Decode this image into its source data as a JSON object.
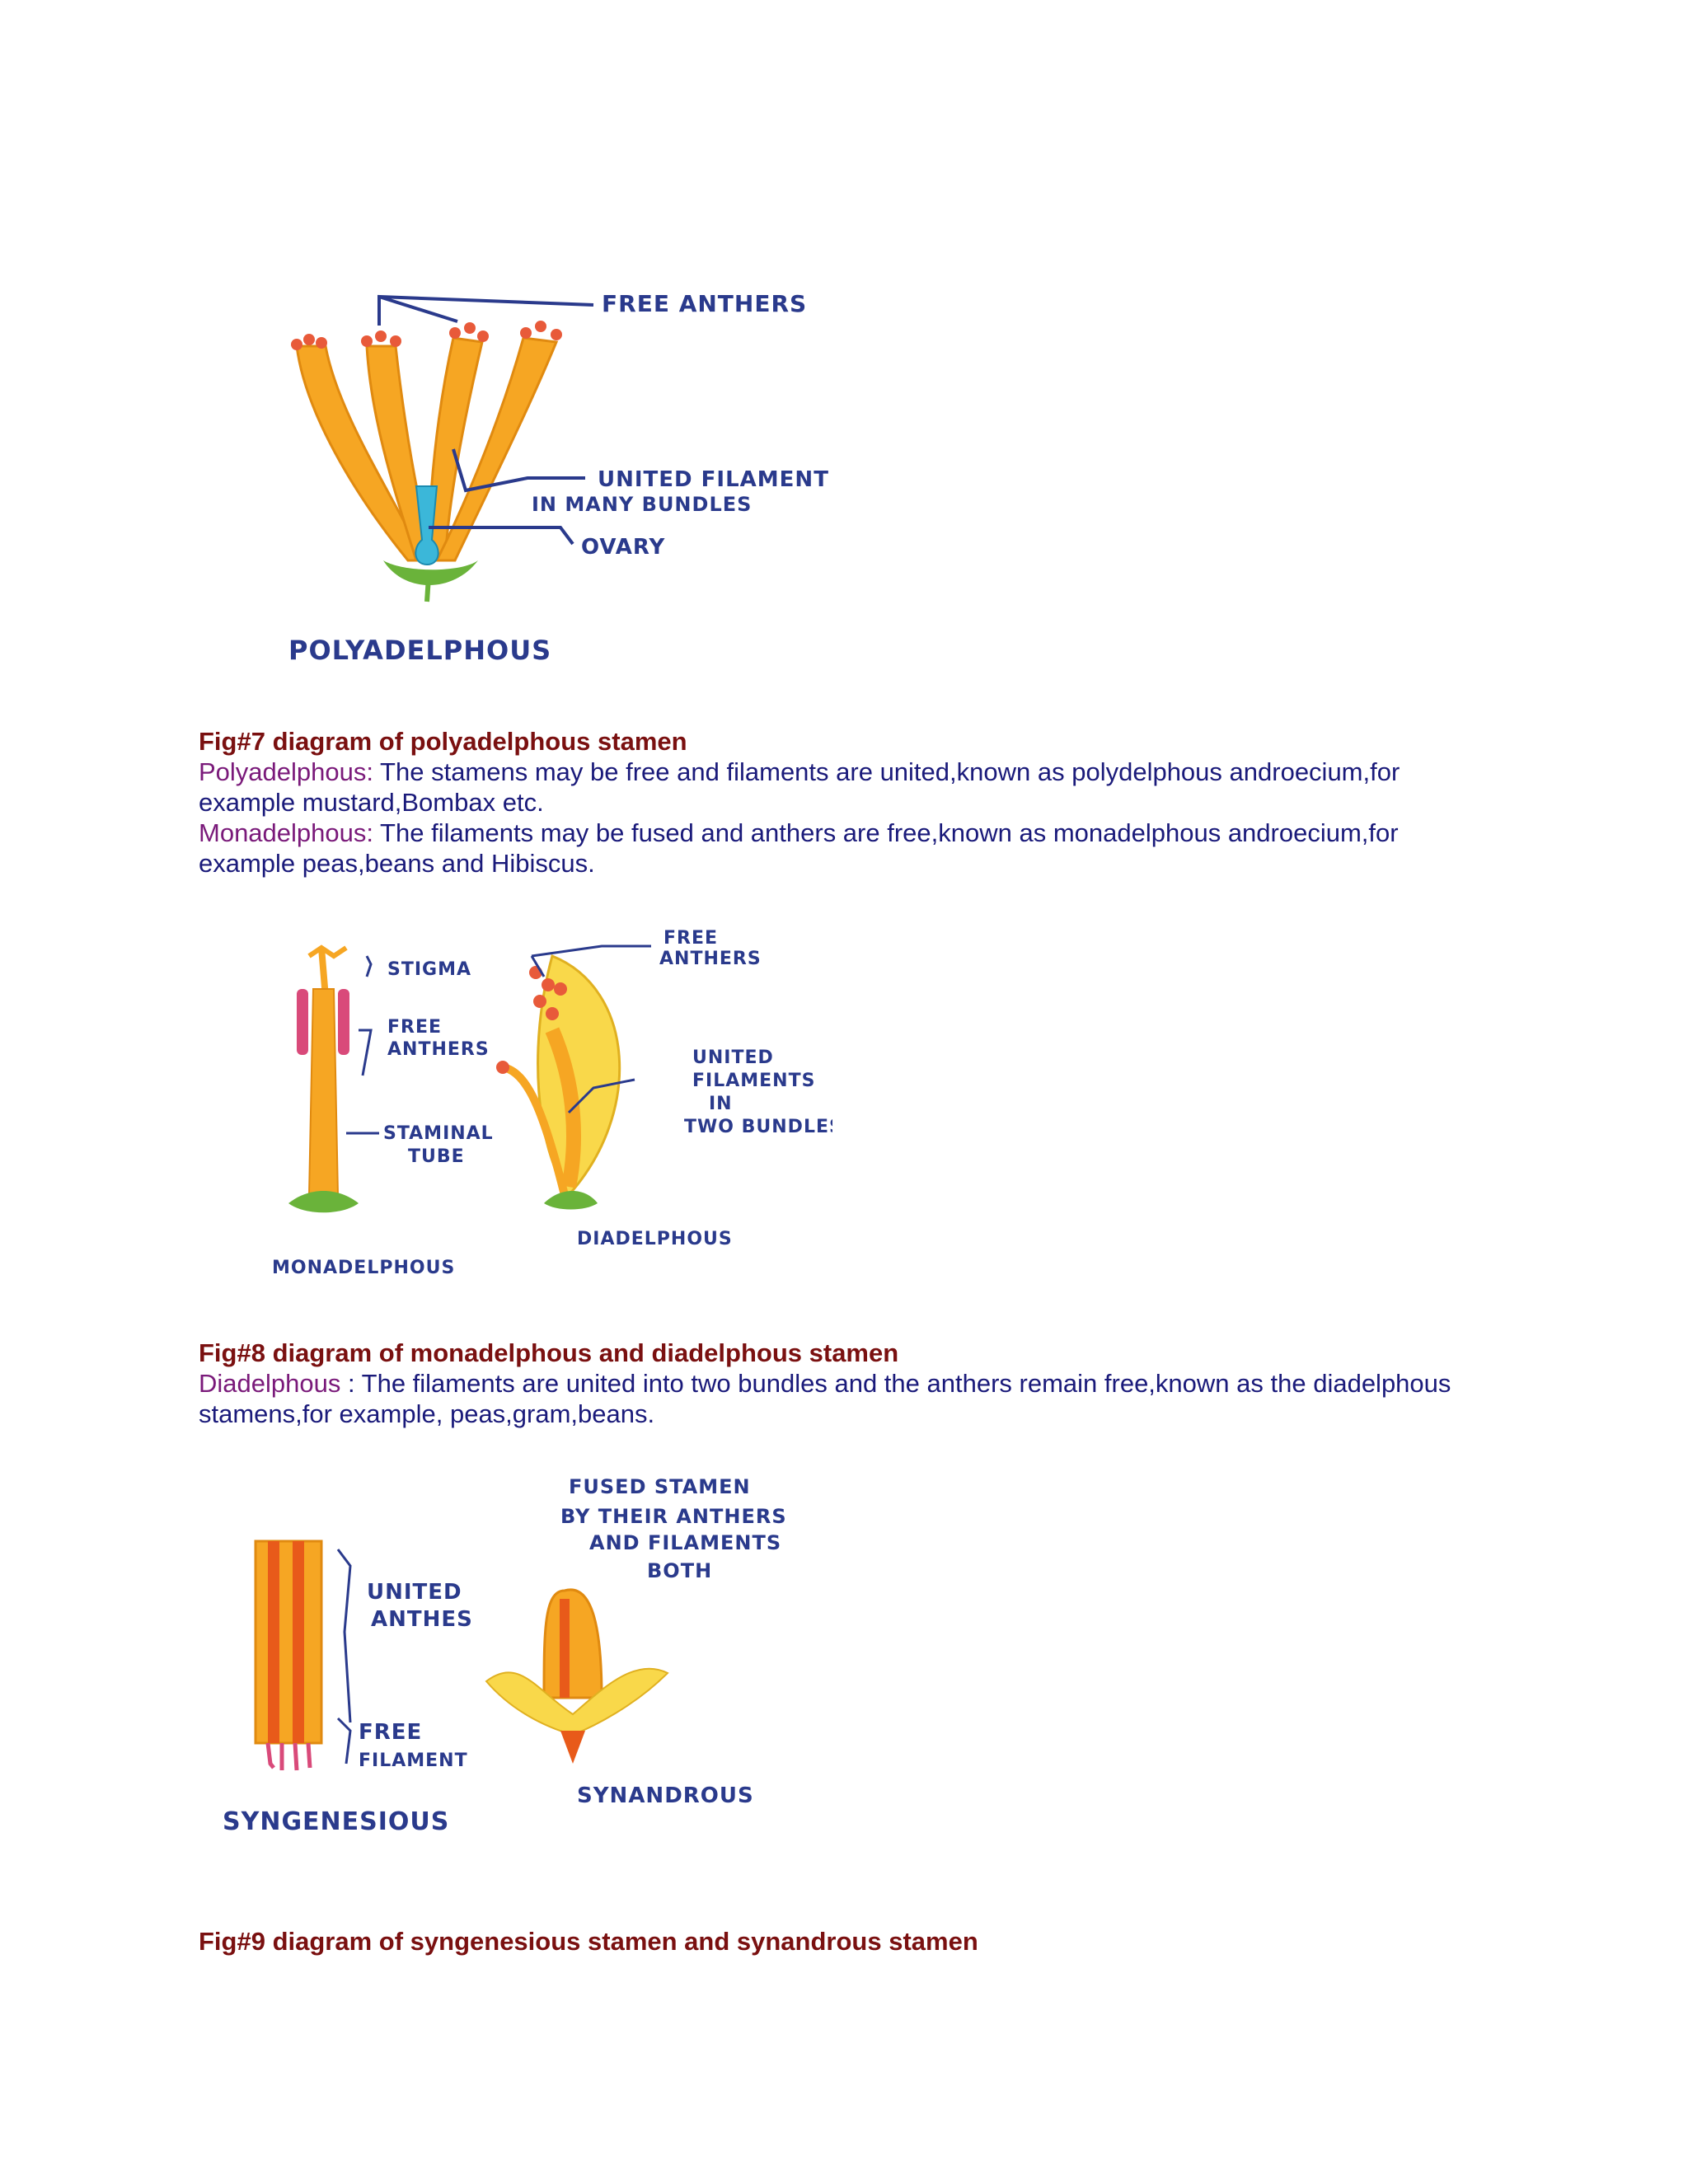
{
  "figures": [
    {
      "caption": "Fig#7 diagram of polyadelphous stamen",
      "labels": {
        "free_anthers": "FREE ANTHERS",
        "united_filament_1": "UNITED FILAMENT",
        "united_filament_2": "IN MANY BUNDLES",
        "ovary": "OVARY",
        "title": "POLYADELPHOUS"
      }
    },
    {
      "caption": "Fig#8 diagram of monadelphous and diadelphous stamen",
      "labels": {
        "stigma": "STIGMA",
        "free_anthers_1": "FREE",
        "free_anthers_2": "ANTHERS",
        "staminal_tube_1": "STAMINAL",
        "staminal_tube_2": "TUBE",
        "monadelphous": "MONADELPHOUS",
        "d_free_1": "FREE",
        "d_free_2": "ANTHERS",
        "united_1": "UNITED",
        "united_2": "FILAMENTS",
        "united_3": "IN",
        "united_4": "TWO BUNDLES",
        "diadelphous": "DIADELPHOUS"
      }
    },
    {
      "caption": "Fig#9 diagram of syngenesious stamen and synandrous stamen",
      "labels": {
        "united_anthers_1": "UNITED",
        "united_anthers_2": "ANTHES",
        "free_filament_1": "FREE",
        "free_filament_2": "FILAMENT",
        "syngenesious": "SYNGENESIOUS",
        "fused_1": "FUSED STAMEN",
        "fused_2": "BY THEIR ANTHERS",
        "fused_3": "AND FILAMENTS",
        "fused_4": "BOTH",
        "synandrous": "SYNANDROUS"
      }
    }
  ],
  "paragraphs": {
    "poly": {
      "term": "Polyadelphous:",
      "text": " The stamens may be free and filaments are united,known as polydelphous androecium,for example mustard,Bombax etc."
    },
    "mono": {
      "term": "Monadelphous:",
      "text": " The  filaments may be fused and anthers are free,known as monadelphous  androecium,for example peas,beans and Hibiscus."
    },
    "di": {
      "term": "Diadelphous",
      "text": " : The filaments are united into two bundles and the anthers remain free,known as the diadelphous stamens,for example, peas,gram,beans."
    }
  },
  "colors": {
    "caption": "#7a1010",
    "body_text": "#1a1a7a",
    "term": "#7a1a7a",
    "label_ink": "#2a3a8c"
  }
}
